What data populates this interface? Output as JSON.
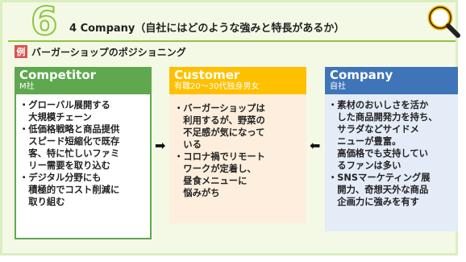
{
  "header": {
    "number": "6",
    "title": "4 Company（自社にはどのような強みと特長があるか）"
  },
  "example": {
    "badge": "例",
    "title": "バーガーショップのポジショニング"
  },
  "columns": [
    {
      "title": "Competitor",
      "subtitle": "M社",
      "color": "#5fa84f",
      "items": [
        "・グローバル展開する",
        "　大規模チェーン",
        "・低価格戦略と商品提供",
        "　スピード短縮化で既存",
        "　客、特に忙しいファミ",
        "　リー需要を取り込む",
        "・デジタル分野にも",
        "　積極的でコスト削減に",
        "　取り組む"
      ]
    },
    {
      "title": "Customer",
      "subtitle": "有職20～30代独身男女",
      "color": "#ffc000",
      "items": [
        "・バーガーショップは",
        "　利用するが、野菜の",
        "　不足感が気になって",
        "　いる",
        "・コロナ禍でリモート",
        "　ワークが定着し、",
        "　昼食メニューに",
        "　悩みがち"
      ]
    },
    {
      "title": "Company",
      "subtitle": "自社",
      "color": "#3f75b8",
      "items": [
        "・素材のおいしさを活か",
        "　した商品開発力を持ち、",
        "　サラダなどサイドメ",
        "　ニューが豊富。",
        "　高価格でも支持してい",
        "　るファンは多い",
        "・SNSマーケティング展",
        "　開力、奇想天外な商品",
        "　企画力に強みを有す"
      ]
    }
  ],
  "arrows": [
    "➡",
    "⬅"
  ],
  "icons": {
    "magnifier": "magnifier-icon"
  }
}
